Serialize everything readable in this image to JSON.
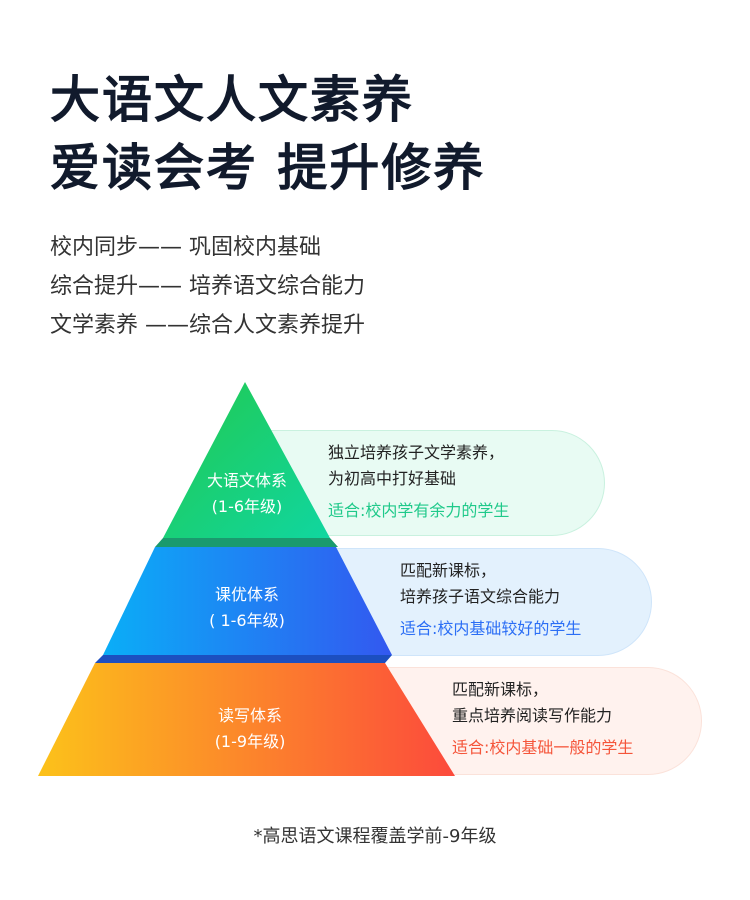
{
  "header": {
    "title_line1": "大语文人文素养",
    "title_line2": "爱读会考 提升修养"
  },
  "subtitles": [
    "校内同步—— 巩固校内基础",
    "综合提升—— 培养语文综合能力",
    "文学素养 ——综合人文素养提升"
  ],
  "tiers": [
    {
      "name": "大语文体系",
      "grades": "(1-6年级)",
      "desc1": "独立培养孩子文学素养，",
      "desc2": "为初高中打好基础",
      "fit": "适合:校内学有余力的学生",
      "accent": "#1fc98a"
    },
    {
      "name": "课优体系",
      "grades": "( 1-6年级)",
      "desc1": "匹配新课标，",
      "desc2": "培养孩子语文综合能力",
      "fit": "适合:校内基础较好的学生",
      "accent": "#2b6ef5"
    },
    {
      "name": "读写体系",
      "grades": "(1-9年级)",
      "desc1": "匹配新课标，",
      "desc2": "重点培养阅读写作能力",
      "fit": "适合:校内基础一般的学生",
      "accent": "#f5553a"
    }
  ],
  "footnote": "*高思语文课程覆盖学前-9年级"
}
